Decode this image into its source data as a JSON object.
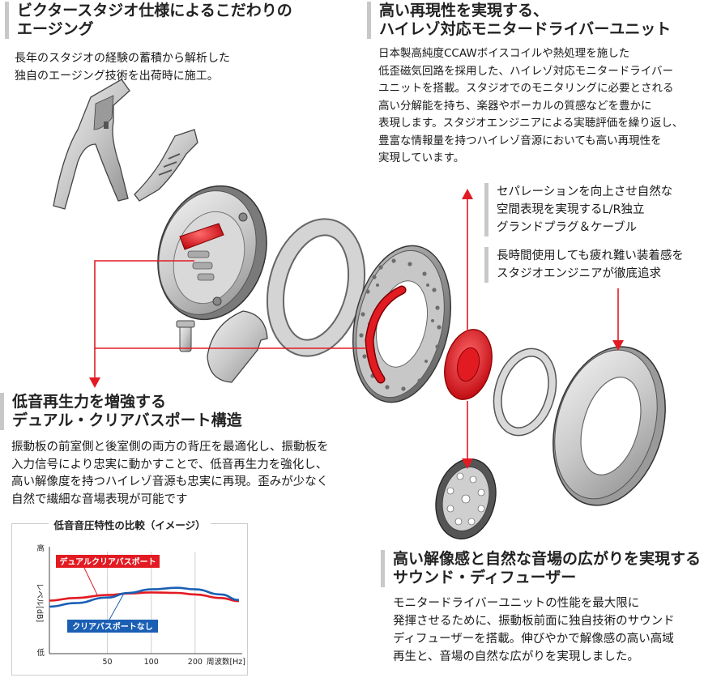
{
  "sections": {
    "aging": {
      "heading": [
        "ビクタースタジオ仕様によるこだわりの",
        "エージング"
      ],
      "body": [
        "長年のスタジオの経験の蓄積から解析した",
        "独自のエージング技術を出荷時に施工。"
      ]
    },
    "driver": {
      "heading": [
        "高い再現性を実現する、",
        "ハイレゾ対応モニタードライバーユニット"
      ],
      "body": [
        "日本製高純度CCAWボイスコイルや熱処理を施した",
        "低歪磁気回路を採用した、ハイレゾ対応モニタードライバー",
        "ユニットを搭載。スタジオでのモニタリングに必要とされる",
        "高い分解能を持ち、楽器やボーカルの質感などを豊かに",
        "表現します。スタジオエンジニアによる実聴評価を繰り返し、",
        "豊富な情報量を持つハイレゾ音源においても高い再現性を",
        "実現しています。"
      ]
    },
    "separation": {
      "lines": [
        "セパレーションを向上させ自然な",
        "空間表現を実現するL/R独立",
        "グランドプラグ＆ケーブル"
      ]
    },
    "comfort": {
      "lines": [
        "長時間使用しても疲れ難い装着感を",
        "スタジオエンジニアが徹底追求"
      ]
    },
    "bass": {
      "heading": [
        "低音再生力を増強する",
        "デュアル・クリアバスポート構造"
      ],
      "body": [
        "振動板の前室側と後室側の両方の背圧を最適化し、振動板を",
        "入力信号により忠実に動かすことで、低音再生力を強化し、",
        "高い解像度を持つハイレゾ音源も忠実に再現。歪みが少なく",
        "自然で繊細な音場表現が可能です"
      ]
    },
    "diffuser": {
      "heading": [
        "高い解像感と自然な音場の広がりを実現する",
        "サウンド・ディフューザー"
      ],
      "body": [
        "モニタードライバーユニットの性能を最大限に",
        "発揮させるために、振動板前面に独自技術のサウンド",
        "ディフューザーを搭載。伸びやかで解像感の高い高域",
        "再生と、音場の自然な広がりを実現しました。"
      ]
    }
  },
  "colors": {
    "accent_red": "#e21b23",
    "part_gray": "#d6d6d6",
    "series_blue": "#1a5fb4"
  },
  "chart_data": {
    "type": "line",
    "title": "低音音圧特性の比較（イメージ）",
    "xlabel": "周波数[Hz]",
    "ylabel": "レベル[dB]",
    "y_high_label": "高",
    "y_low_label": "低",
    "x_scale": "log",
    "xlim": [
      20,
      400
    ],
    "ylim": [
      0,
      10
    ],
    "x_ticks": [
      50,
      100,
      200
    ],
    "grid": "vertical",
    "series": [
      {
        "name": "デュアルクリアバスポート",
        "color": "#e21b23",
        "x": [
          20,
          30,
          50,
          70,
          100,
          150,
          200,
          300,
          400
        ],
        "y": [
          5.2,
          5.45,
          5.75,
          5.9,
          6.0,
          5.95,
          5.8,
          5.45,
          5.15
        ]
      },
      {
        "name": "クリアバスポートなし",
        "color": "#1a5fb4",
        "x": [
          20,
          30,
          50,
          70,
          100,
          150,
          200,
          300,
          400
        ],
        "y": [
          4.6,
          4.95,
          5.5,
          5.95,
          6.3,
          6.45,
          6.3,
          5.8,
          5.25
        ]
      }
    ]
  }
}
